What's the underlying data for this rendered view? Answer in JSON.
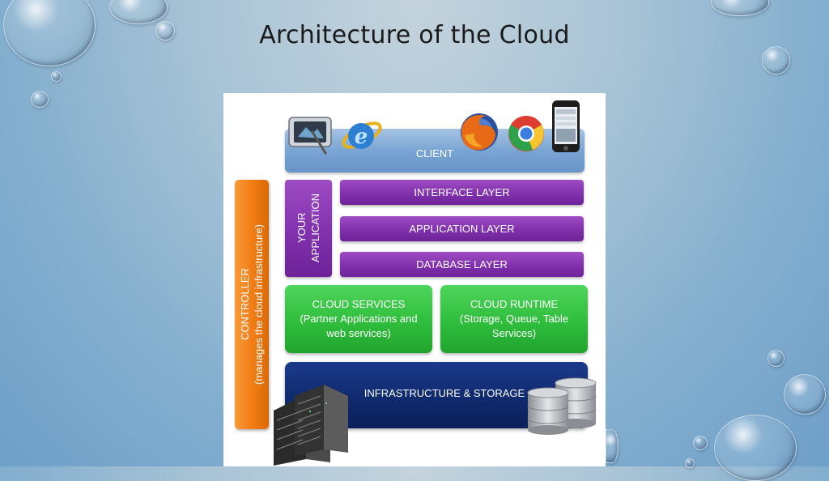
{
  "slide": {
    "title": "Architecture of the Cloud"
  },
  "diagram": {
    "client": "CLIENT",
    "controller": {
      "line1": "CONTROLLER",
      "line2": "(manages the cloud infrastructure)"
    },
    "your_application": {
      "line1": "YOUR",
      "line2": "APPLICATION"
    },
    "layers": [
      "INTERFACE LAYER",
      "APPLICATION LAYER",
      "DATABASE LAYER"
    ],
    "cloud_services": {
      "line1": "CLOUD SERVICES",
      "line2": "(Partner Applications and",
      "line3": "web services)"
    },
    "cloud_runtime": {
      "line1": "CLOUD RUNTIME",
      "line2": "(Storage, Queue, Table",
      "line3": "Services)"
    },
    "infrastructure": "INFRASTRUCTURE & STORAGE"
  },
  "icons": [
    "tablet-icon",
    "internet-explorer-icon",
    "firefox-icon",
    "chrome-icon",
    "smartphone-icon",
    "server-rack-icon",
    "database-icon"
  ],
  "colors": {
    "client": "#7aa5d3",
    "purple": "#8131ad",
    "green": "#2fbd3c",
    "infrastructure": "#102a6e",
    "controller": "#f07b12"
  }
}
